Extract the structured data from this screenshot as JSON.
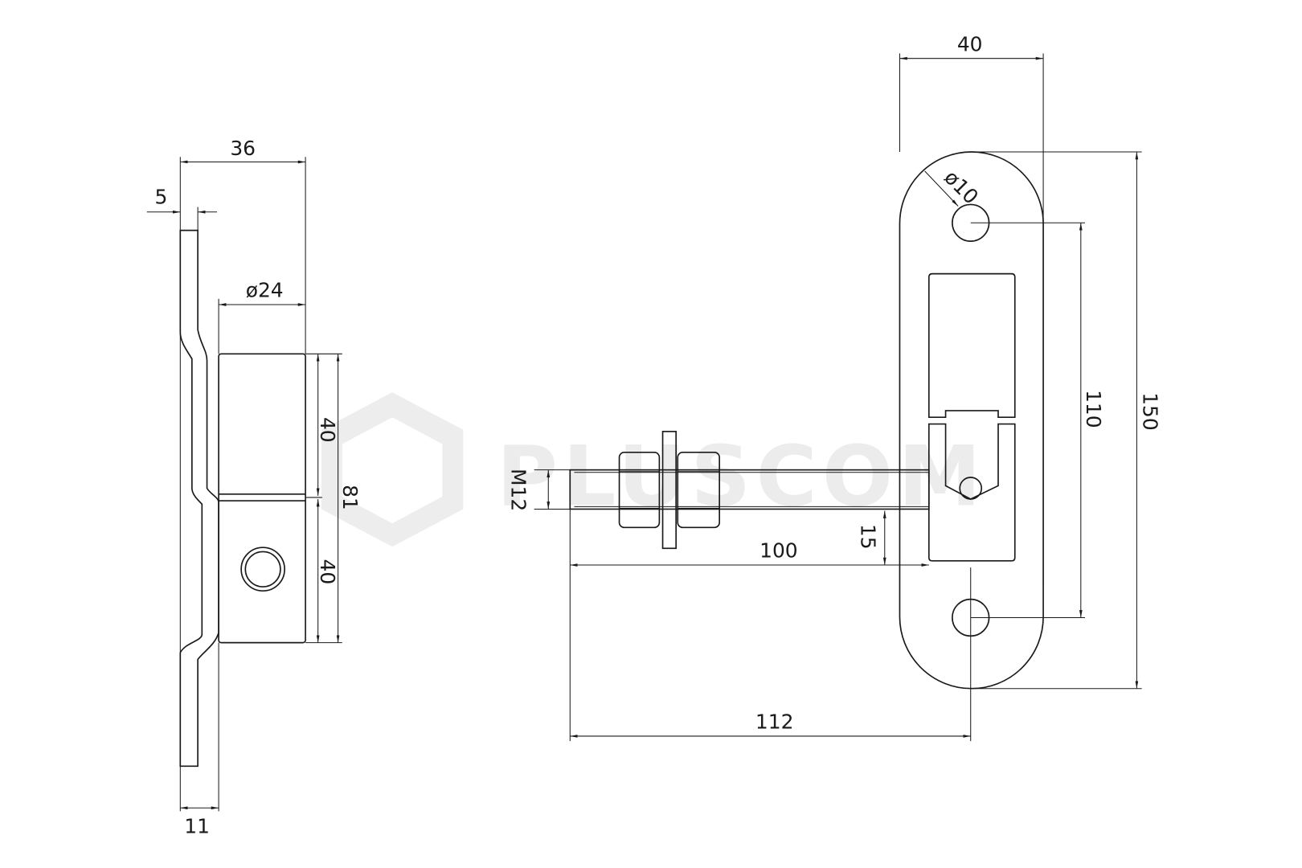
{
  "watermark": "PLUSCOM",
  "side_view": {
    "dims": {
      "width_total": "36",
      "plate_thickness": "5",
      "tube_diameter": "ø24",
      "tube_upper": "40",
      "tube_lower": "40",
      "tube_total": "81",
      "base_offset": "11"
    }
  },
  "front_view": {
    "dims": {
      "plate_width": "40",
      "hole_diameter": "ø10",
      "hole_spacing": "110",
      "plate_length": "150",
      "thread": "M12",
      "bolt_length": "100",
      "offset": "15",
      "total_length": "112"
    }
  },
  "colors": {
    "line": "#1a1a1a",
    "watermark": "#ececec"
  }
}
